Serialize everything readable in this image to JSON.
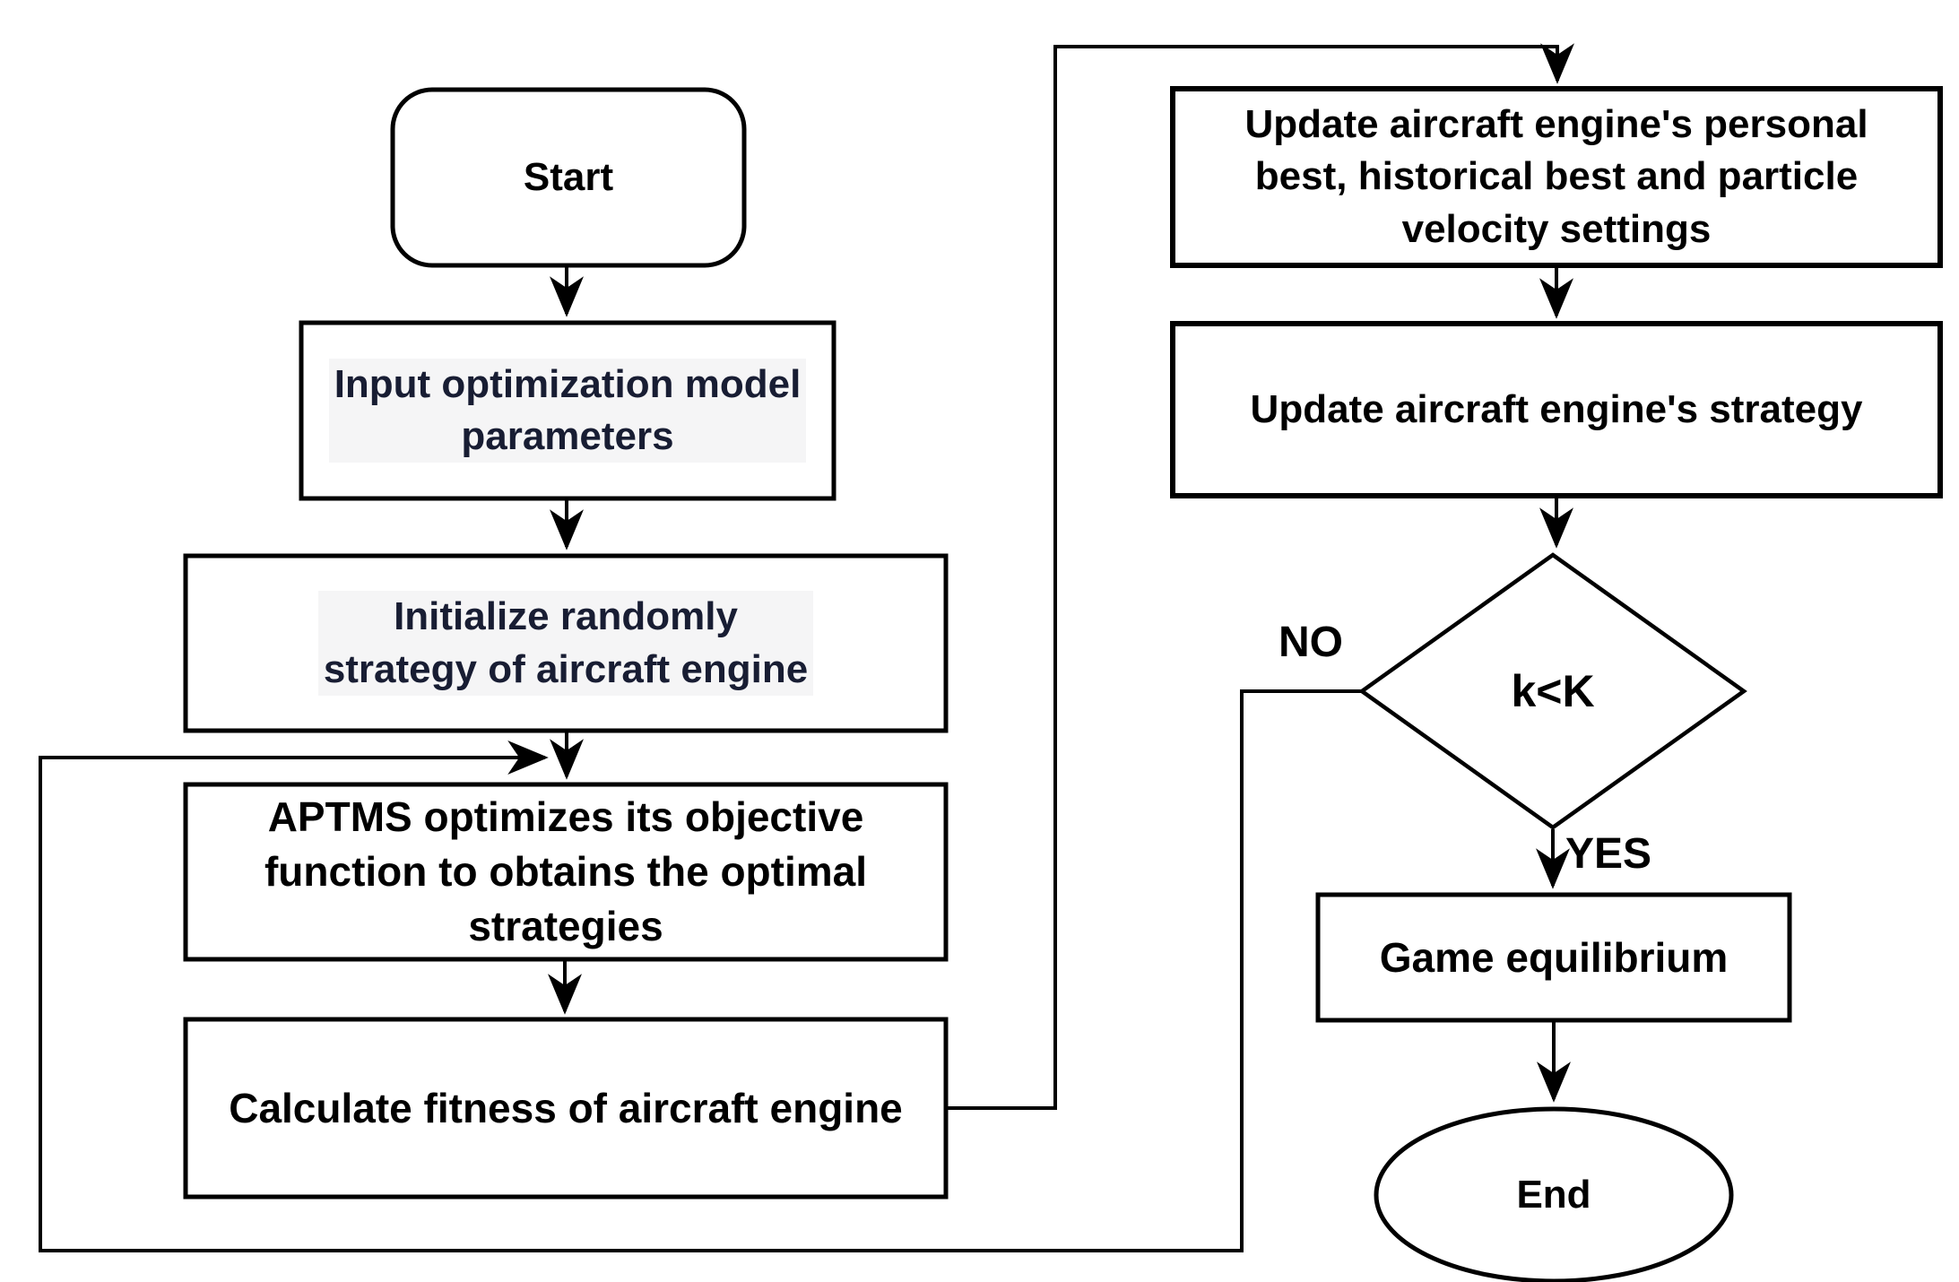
{
  "diagram_type": "flowchart",
  "colors": {
    "ink": "#000000",
    "navy_text": "#181d33",
    "background": "#ffffff"
  },
  "nodes": {
    "start": {
      "shape": "rounded-rect",
      "label": "Start"
    },
    "input": {
      "shape": "rect",
      "label": "Input optimization model\nparameters"
    },
    "initialize": {
      "shape": "rect",
      "label": "Initialize randomly\nstrategy of aircraft engine"
    },
    "aptms": {
      "shape": "rect",
      "label": "APTMS optimizes its objective\nfunction to obtains the optimal\nstrategies"
    },
    "calculate": {
      "shape": "rect",
      "label": "Calculate fitness of aircraft engine"
    },
    "update_best": {
      "shape": "rect",
      "label": "Update aircraft engine's personal\nbest, historical best and particle\nvelocity settings"
    },
    "update_strategy": {
      "shape": "rect",
      "label": "Update aircraft engine's strategy"
    },
    "decision": {
      "shape": "diamond",
      "label": "k<K"
    },
    "game_equilibrium": {
      "shape": "rect",
      "label": "Game equilibrium"
    },
    "end": {
      "shape": "ellipse",
      "label": "End"
    }
  },
  "edge_labels": {
    "no": "NO",
    "yes": "YES"
  }
}
